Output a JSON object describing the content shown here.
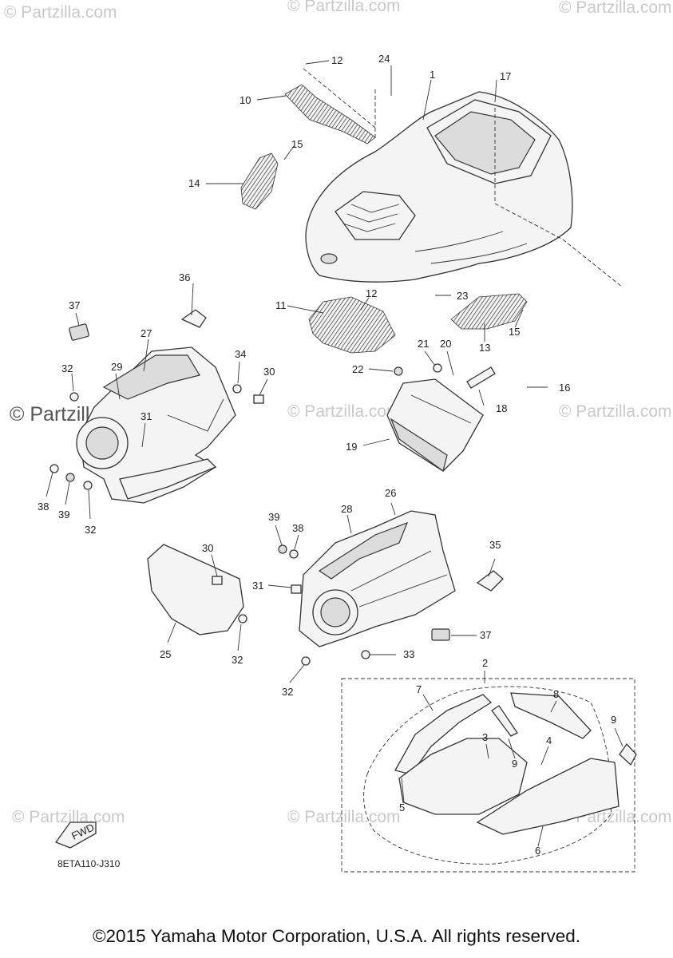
{
  "watermarks": [
    "© Partzilla.com",
    "© Partzilla.com",
    "© Partzilla.com",
    "© Partzilla.com",
    "© Partzilla.com",
    "© Partzilla.com",
    "© Partzilla.com",
    "© Partzilla.com"
  ],
  "watermark_large": "© Partzilla.com",
  "fwd_label": "FWD",
  "drawing_code": "8ETA110-J310",
  "copyright": "©2015 Yamaha Motor Corporation, U.S.A. All rights reserved.",
  "callouts": {
    "c1": "1",
    "c2": "2",
    "c3": "3",
    "c4": "4",
    "c5": "5",
    "c6": "6",
    "c7": "7",
    "c8": "8",
    "c9a": "9",
    "c9b": "9",
    "c10": "10",
    "c11": "11",
    "c12a": "12",
    "c12b": "12",
    "c13": "13",
    "c14": "14",
    "c15a": "15",
    "c15b": "15",
    "c16": "16",
    "c17": "17",
    "c18": "18",
    "c19": "19",
    "c20": "20",
    "c21": "21",
    "c22": "22",
    "c23": "23",
    "c24": "24",
    "c25": "25",
    "c26": "26",
    "c27": "27",
    "c28": "28",
    "c29": "29",
    "c30a": "30",
    "c30b": "30",
    "c31a": "31",
    "c31b": "31",
    "c32a": "32",
    "c32b": "32",
    "c32c": "32",
    "c32d": "32",
    "c33": "33",
    "c34": "34",
    "c35": "35",
    "c36": "36",
    "c37a": "37",
    "c37b": "37",
    "c38a": "38",
    "c38b": "38",
    "c39a": "39",
    "c39b": "39"
  }
}
